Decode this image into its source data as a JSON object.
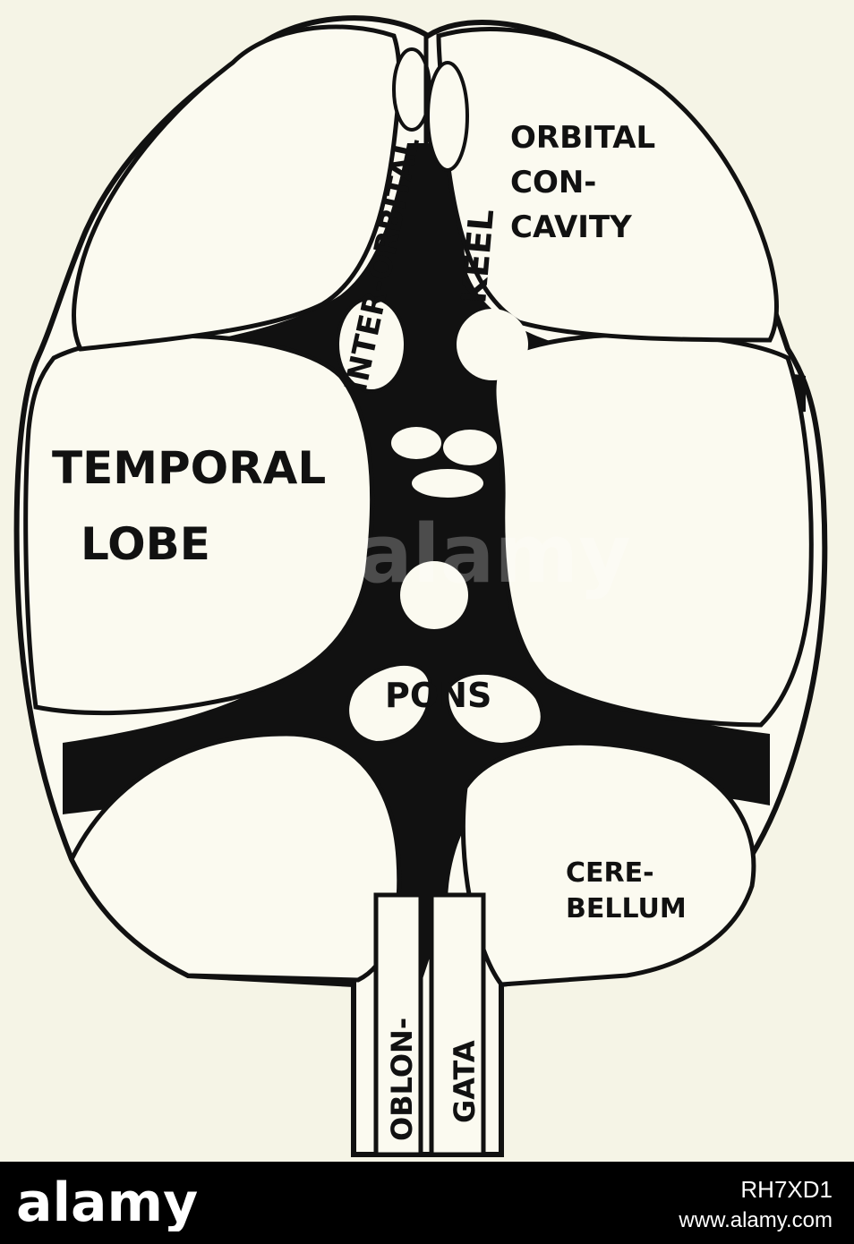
{
  "labels": {
    "inter_orbital": "INTER-ORBITAL",
    "orbital_line1": "ORBITAL",
    "orbital_line2": "CON-",
    "orbital_line3": "CAVITY",
    "keel": "KEEL",
    "temporal_line1": "TEMPORAL",
    "temporal_line2": "LOBE",
    "pons": "PONS",
    "cerebellum_line1": "CERE-",
    "cerebellum_line2": "BELLUM",
    "oblongata_left": "OBLON-",
    "oblongata_right": "GATA"
  },
  "watermark": {
    "text": "alamy"
  },
  "footer": {
    "logo_text": "alamy",
    "image_id": "RH7XD1",
    "site_url": "www.alamy.com"
  },
  "colors": {
    "paper": "#f5f4e6",
    "ink": "#111111",
    "footer_bg": "#000000",
    "footer_text": "#ffffff"
  }
}
